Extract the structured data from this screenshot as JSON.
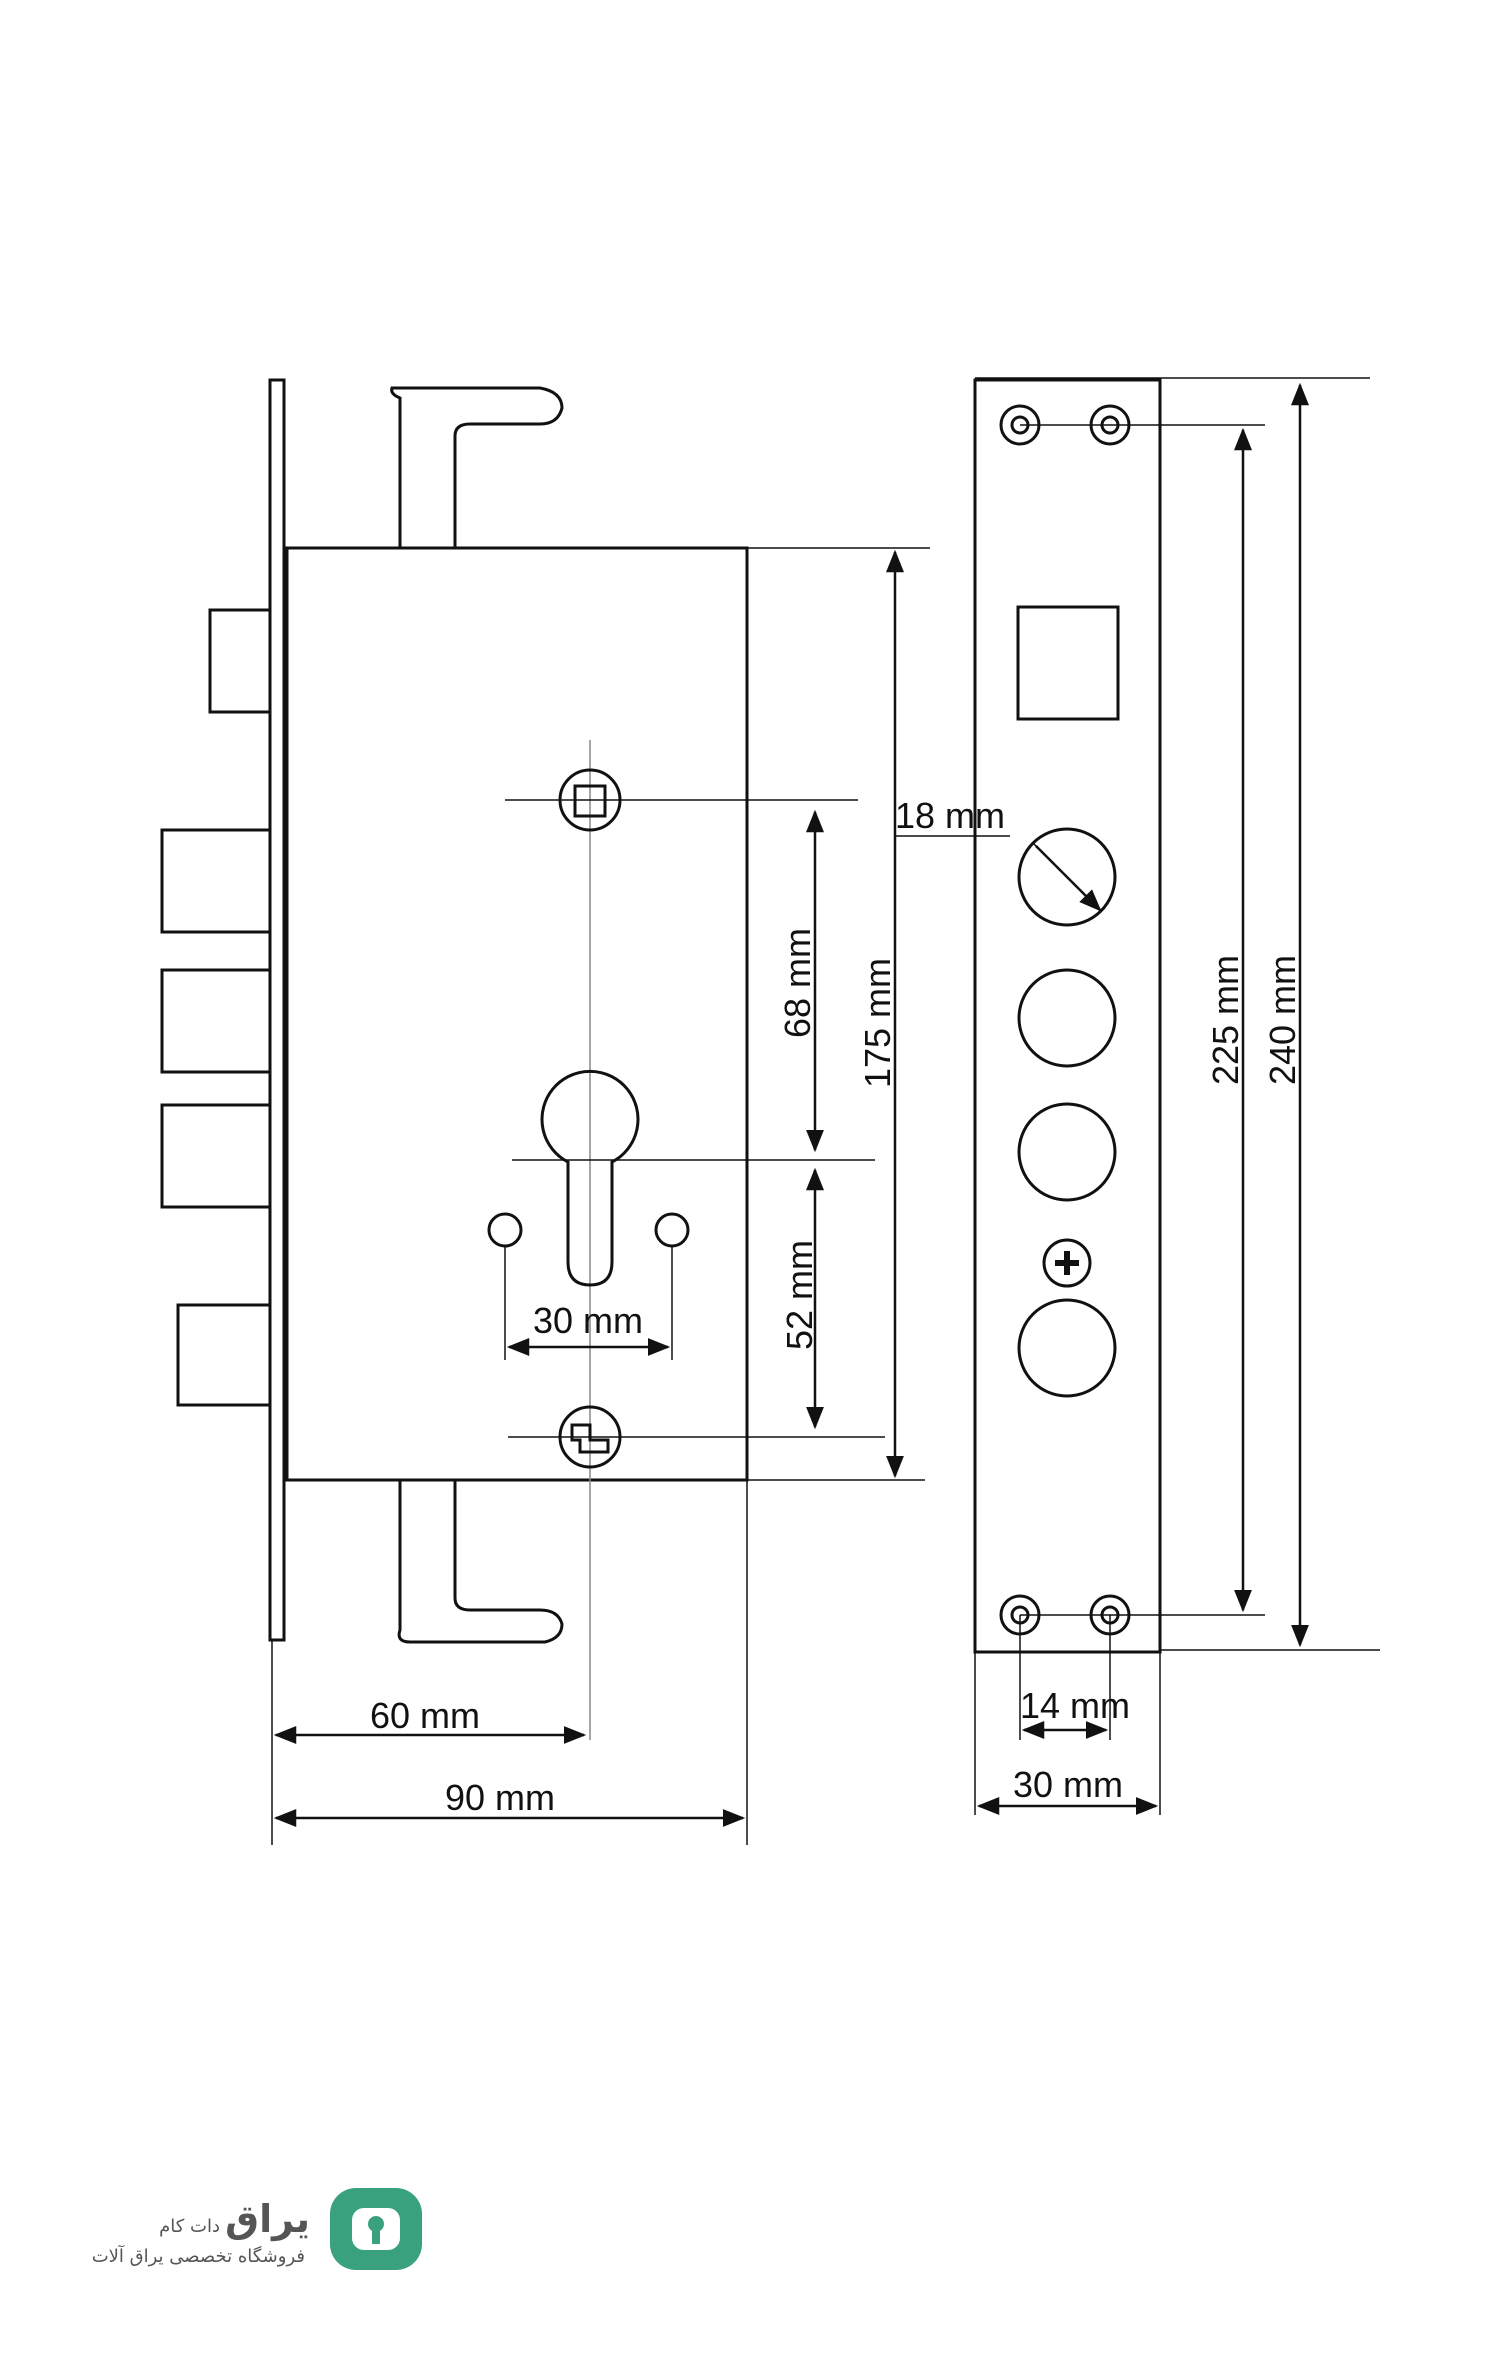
{
  "dimensions": {
    "width_60": "60 mm",
    "width_90": "90 mm",
    "cylinder_30": "30 mm",
    "height_68": "68 mm",
    "height_52": "52 mm",
    "height_175": "175 mm",
    "hole_18": "18 mm",
    "height_225": "225 mm",
    "height_240": "240 mm",
    "spacing_14": "14 mm",
    "faceplate_30": "30 mm"
  },
  "logo": {
    "brand": "یراق",
    "suffix": "دات کام",
    "tagline": "فروشگاه تخصصی یراق آلات",
    "color": "#3aa17e"
  },
  "colors": {
    "line": "#111111",
    "thin_line": "#888888"
  }
}
